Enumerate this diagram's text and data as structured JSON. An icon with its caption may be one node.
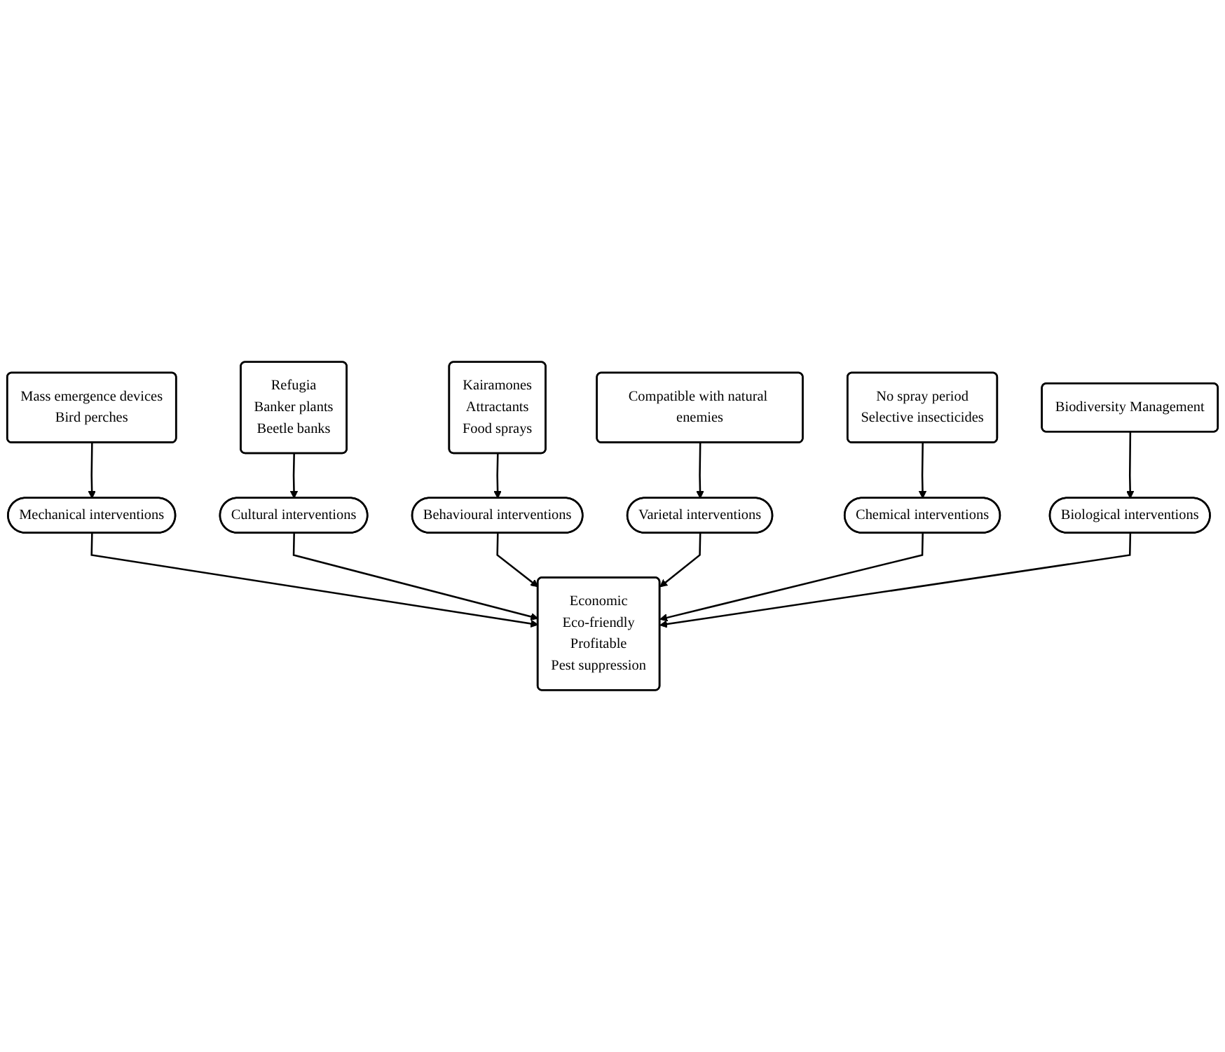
{
  "diagram": {
    "nodes": [
      {
        "text": [
          "Mass emergence devices",
          "Bird perches"
        ]
      },
      {
        "text": [
          "Mechanical interventions"
        ]
      },
      {
        "text": [
          "Refugia",
          "Banker plants",
          "Beetle banks"
        ]
      },
      {
        "text": [
          "Kairamones",
          "Attractants",
          "Food sprays"
        ]
      },
      {
        "text": [
          "Cultural interventions"
        ]
      },
      {
        "text": [
          "Behavioural interventions"
        ]
      },
      {
        "text": [
          "Economic",
          "Eco-friendly",
          "Profitable",
          "Pest suppression"
        ]
      },
      {
        "text": [
          "Varietal interventions"
        ]
      },
      {
        "text": [
          "Chemical interventions"
        ]
      },
      {
        "text": [
          "Biological interventions"
        ]
      },
      {
        "text": [
          "Compatible with natural enemies"
        ]
      },
      {
        "text": [
          "No spray period",
          "Selective insecticides"
        ]
      },
      {
        "text": [
          "Biodiversity Management"
        ]
      }
    ],
    "edges": [
      {
        "from": 0,
        "to": 1,
        "arrow": "to"
      },
      {
        "from": 1,
        "to": 6,
        "arrow": "to"
      },
      {
        "from": 2,
        "to": 4,
        "arrow": "to"
      },
      {
        "from": 4,
        "to": 6,
        "arrow": "to"
      },
      {
        "from": 3,
        "to": 5,
        "arrow": "to"
      },
      {
        "from": 5,
        "to": 6,
        "arrow": "to"
      },
      {
        "from": 7,
        "to": 6,
        "arrow": "to"
      },
      {
        "from": 10,
        "to": 7,
        "arrow": "to"
      },
      {
        "from": 8,
        "to": 6,
        "arrow": "to"
      },
      {
        "from": 11,
        "to": 8,
        "arrow": "to"
      },
      {
        "from": 9,
        "to": 6,
        "arrow": "to"
      },
      {
        "from": 12,
        "to": 9,
        "arrow": "to"
      }
    ]
  }
}
